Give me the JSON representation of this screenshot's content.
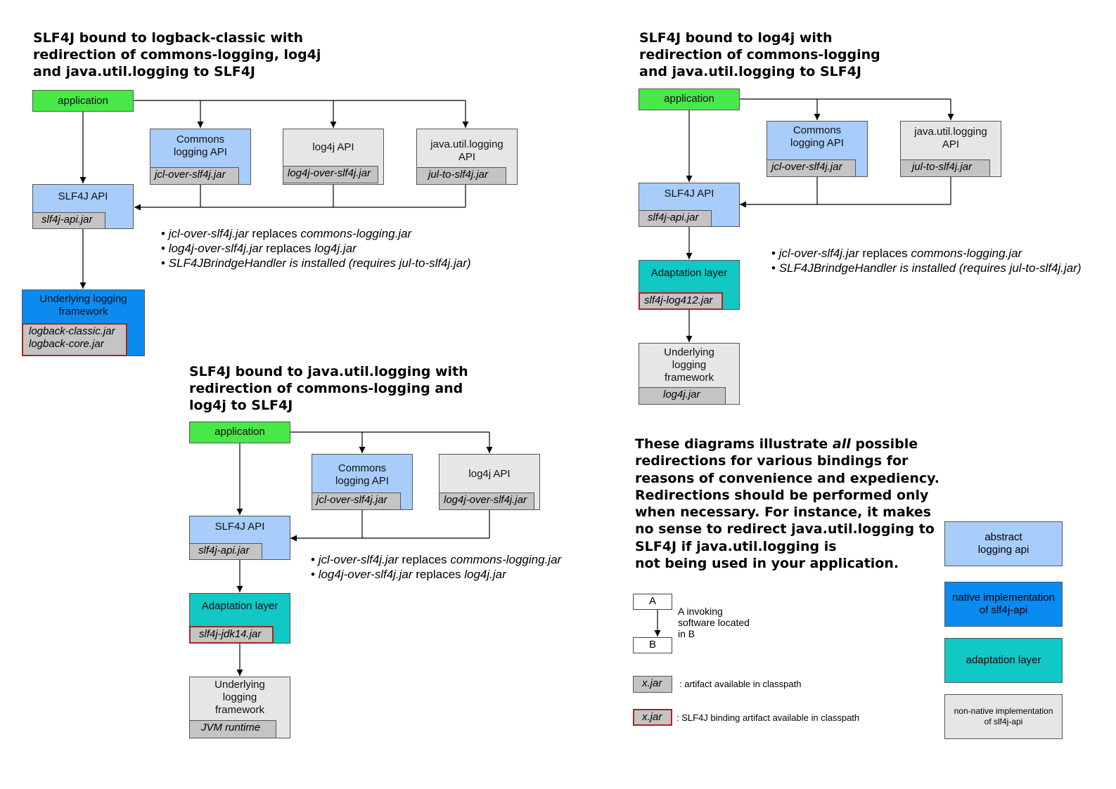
{
  "diagram1": {
    "title": [
      "SLF4J bound to logback-classic with",
      "redirection of commons-logging, log4j",
      "and java.util.logging to SLF4J"
    ],
    "application": "application",
    "commons_api": [
      "Commons",
      "logging API"
    ],
    "commons_jar": "jcl-over-slf4j.jar",
    "log4j_api": "log4j API",
    "log4j_jar": "log4j-over-slf4j.jar",
    "jul_api": [
      "java.util.logging",
      "API"
    ],
    "jul_jar": "jul-to-slf4j.jar",
    "slf4j_api": "SLF4J API",
    "slf4j_jar": "slf4j-api.jar",
    "underlying": [
      "Underlying logging",
      "framework"
    ],
    "underlying_jar": [
      "logback-classic.jar",
      "logback-core.jar"
    ],
    "notes": [
      {
        "a": "jcl-over-slf4j.jar",
        "b": " replaces ",
        "c": "commons-logging.jar"
      },
      {
        "a": "log4j-over-slf4j.jar",
        "b": " replaces ",
        "c": "log4j.jar"
      },
      {
        "a": "SLF4JBrindgeHandler is installed (requires jul-to-slf4j.jar)",
        "b": "",
        "c": ""
      }
    ]
  },
  "diagram2": {
    "title": [
      "SLF4J bound to log4j with",
      "redirection of commons-logging",
      "and java.util.logging to SLF4J"
    ],
    "application": "application",
    "commons_api": [
      "Commons",
      "logging API"
    ],
    "commons_jar": "jcl-over-slf4j.jar",
    "jul_api": [
      "java.util.logging",
      "API"
    ],
    "jul_jar": "jul-to-slf4j.jar",
    "slf4j_api": "SLF4J API",
    "slf4j_jar": "slf4j-api.jar",
    "adaptation": "Adaptation layer",
    "adaptation_jar": "slf4j-log412.jar",
    "underlying": [
      "Underlying",
      "logging",
      "framework"
    ],
    "underlying_jar": "log4j.jar",
    "notes": [
      {
        "a": "jcl-over-slf4j.jar",
        "b": " replaces ",
        "c": "commons-logging.jar"
      },
      {
        "a": "SLF4JBrindgeHandler is installed (requires jul-to-slf4j.jar)",
        "b": "",
        "c": ""
      }
    ]
  },
  "diagram3": {
    "title": [
      "SLF4J bound to java.util.logging with",
      "redirection of commons-logging and",
      "log4j to SLF4J"
    ],
    "application": "application",
    "commons_api": [
      "Commons",
      "logging API"
    ],
    "commons_jar": "jcl-over-slf4j.jar",
    "log4j_api": "log4j API",
    "log4j_jar": "log4j-over-slf4j.jar",
    "slf4j_api": "SLF4J API",
    "slf4j_jar": "slf4j-api.jar",
    "adaptation": "Adaptation layer",
    "adaptation_jar": "slf4j-jdk14.jar",
    "underlying": [
      "Underlying",
      "logging",
      "framework"
    ],
    "underlying_jar": "JVM runtime",
    "notes": [
      {
        "a": "jcl-over-slf4j.jar",
        "b": " replaces ",
        "c": "commons-logging.jar"
      },
      {
        "a": "log4j-over-slf4j.jar",
        "b": " replaces ",
        "c": "log4j.jar"
      }
    ]
  },
  "summary": {
    "lines": [
      {
        "pre": "These diagrams illustrate ",
        "em": "all",
        "post": " possible"
      },
      {
        "pre": "redirections for various bindings for",
        "em": "",
        "post": ""
      },
      {
        "pre": "reasons of convenience and expediency.",
        "em": "",
        "post": ""
      },
      {
        "pre": "Redirections should be performed only",
        "em": "",
        "post": ""
      },
      {
        "pre": "when necessary. For instance, it makes",
        "em": "",
        "post": ""
      },
      {
        "pre": "no sense to redirect java.util.logging to",
        "em": "",
        "post": ""
      },
      {
        "pre": "SLF4J if java.util.logging is",
        "em": "",
        "post": ""
      },
      {
        "pre": "not being used in your application.",
        "em": "",
        "post": ""
      }
    ]
  },
  "legend": {
    "box_a": "A",
    "box_b": "B",
    "invoking_text": [
      "A invoking",
      "software located",
      "in B"
    ],
    "jar_label": "x.jar",
    "jar_text": ": artifact available in classpath",
    "binding_jar_label": "x.jar",
    "binding_jar_text": ": SLF4J binding artifact available in classpath",
    "swatch_abstract": [
      "abstract",
      "logging api"
    ],
    "swatch_native": [
      "native implementation",
      "of slf4j-api"
    ],
    "swatch_adaptation": "adaptation layer",
    "swatch_nonnative": [
      "non-native implementation",
      "of slf4j-api"
    ]
  },
  "colors": {
    "application": "#48e848",
    "abstract_api": "#a8cdfa",
    "native_impl": "#0a8bf0",
    "adaptation": "#10c8c4",
    "non_native": "#e6e6e6",
    "jar": "#c4c4c4",
    "binding_border": "#b02020"
  }
}
